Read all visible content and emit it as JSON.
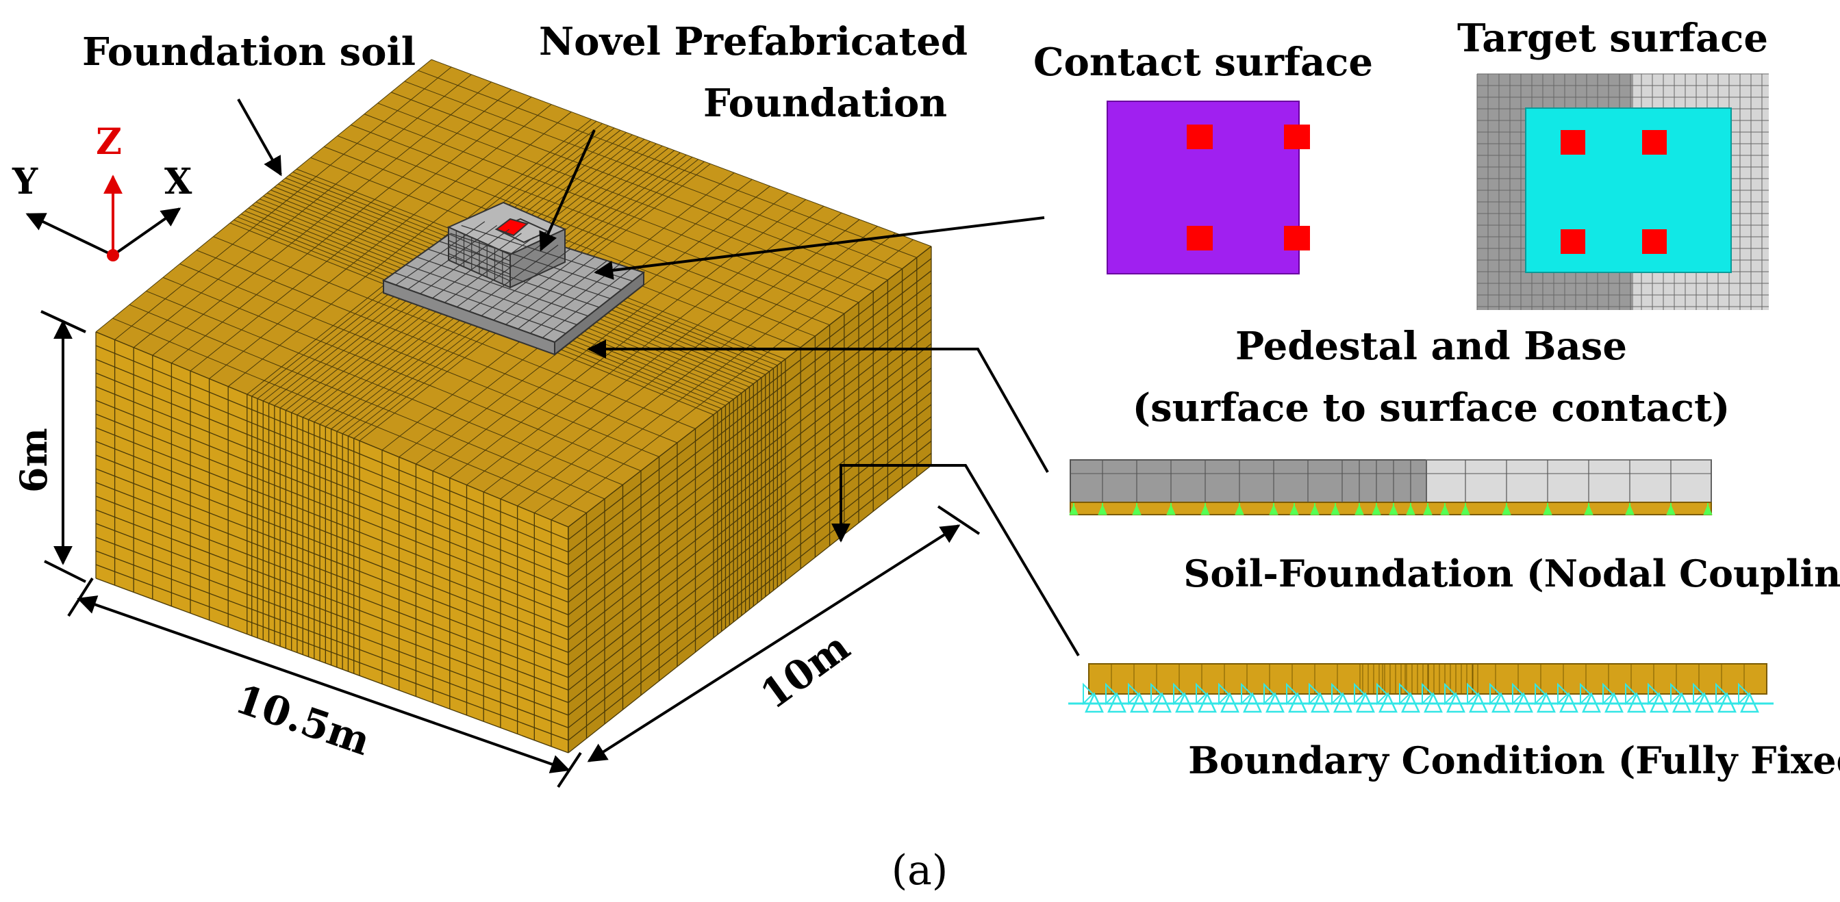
{
  "labels": {
    "foundation_soil": "Foundation soil",
    "novel_line1": "Novel Prefabricated",
    "novel_line2": "Foundation",
    "contact_surface": "Contact surface",
    "target_surface": "Target surface",
    "pedestal_line1": "Pedestal and Base",
    "pedestal_line2": "(surface to surface contact)",
    "soil_foundation": "Soil-Foundation (Nodal Coupling)",
    "boundary_condition": "Boundary Condition (Fully Fixed)",
    "caption": "(a)"
  },
  "axes": {
    "z": "Z",
    "y": "Y",
    "x": "X"
  },
  "dimensions": {
    "height": "6m",
    "width": "10.5m",
    "depth": "10m"
  },
  "colors": {
    "soil_front": "#D4A11A",
    "soil_side": "#B78A12",
    "soil_top": "#C7961A",
    "mesh_line": "#4a3a08",
    "foundation_gray": "#A9A9A9",
    "contact_purple": "#A020F0",
    "target_cyan": "#11E8E6",
    "pedestal_red": "#FF0000",
    "coupling_green": "#55FF55",
    "fixed_cyan": "#33E6E6",
    "axis_red": "#E00000"
  }
}
